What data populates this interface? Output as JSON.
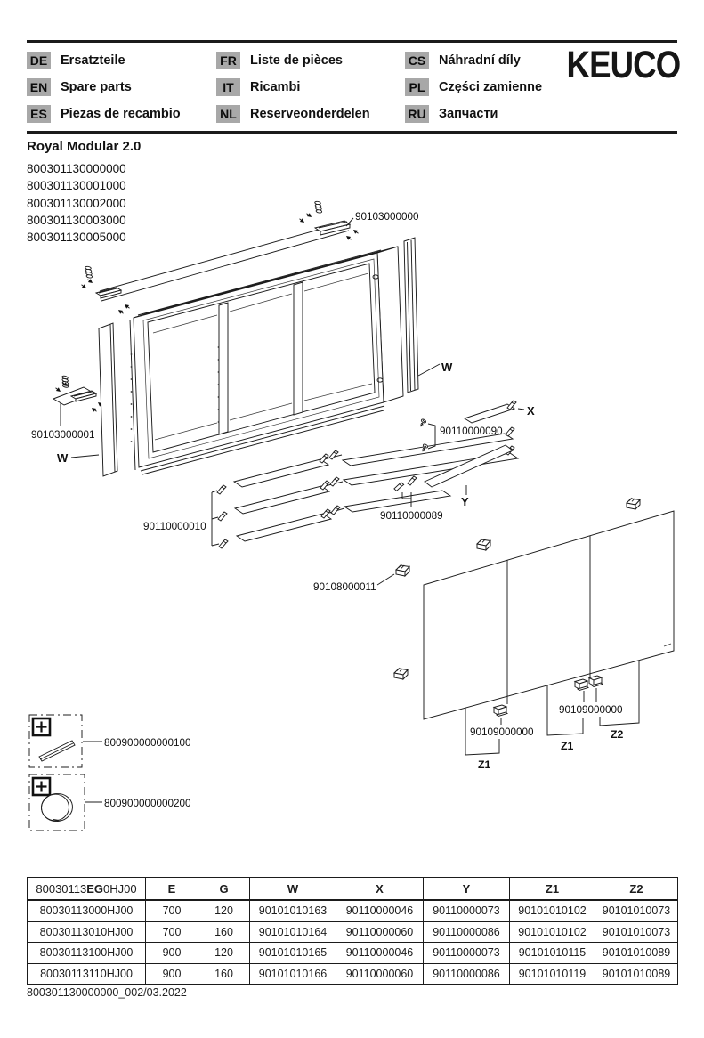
{
  "header": {
    "logo": "KEUCO",
    "languages": [
      {
        "code": "DE",
        "label": "Ersatzteile"
      },
      {
        "code": "EN",
        "label": "Spare parts"
      },
      {
        "code": "ES",
        "label": "Piezas de recambio"
      },
      {
        "code": "FR",
        "label": "Liste de pièces"
      },
      {
        "code": "IT",
        "label": "Ricambi"
      },
      {
        "code": "NL",
        "label": "Reserveonderdelen"
      },
      {
        "code": "CS",
        "label": "Náhradní díly"
      },
      {
        "code": "PL",
        "label": "Części zamienne"
      },
      {
        "code": "RU",
        "label": "Запчасти"
      }
    ]
  },
  "product": {
    "title": "Royal Modular 2.0",
    "numbers": [
      "800301130000000",
      "800301130001000",
      "800301130002000",
      "800301130003000",
      "800301130005000"
    ]
  },
  "diagram": {
    "labels": {
      "bracket_top": "90103000000",
      "bracket_left": "90103000001",
      "w": "W",
      "x": "X",
      "y": "Y",
      "strip_screws": "90110000090",
      "shelves": "90110000010",
      "shelf_clip": "90110000089",
      "door_clip": "90108000011",
      "door_fixing": "90109000000",
      "z1": "Z1",
      "z2": "Z2"
    },
    "accessories": [
      {
        "part": "800900000000100"
      },
      {
        "part": "800900000000200"
      }
    ]
  },
  "table": {
    "header": {
      "part_prefix": "80030113",
      "part_bold": "EG",
      "part_suffix": "0HJ00",
      "columns": [
        "E",
        "G",
        "W",
        "X",
        "Y",
        "Z1",
        "Z2"
      ]
    },
    "rows": [
      [
        "80030113000HJ00",
        "700",
        "120",
        "90101010163",
        "90110000046",
        "90110000073",
        "90101010102",
        "90101010073"
      ],
      [
        "80030113010HJ00",
        "700",
        "160",
        "90101010164",
        "90110000060",
        "90110000086",
        "90101010102",
        "90101010073"
      ],
      [
        "80030113100HJ00",
        "900",
        "120",
        "90101010165",
        "90110000046",
        "90110000073",
        "90101010115",
        "90101010089"
      ],
      [
        "80030113110HJ00",
        "900",
        "160",
        "90101010166",
        "90110000060",
        "90110000086",
        "90101010119",
        "90101010089"
      ]
    ]
  },
  "footer": {
    "doc_ref": "800301130000000_002/03.2022"
  }
}
